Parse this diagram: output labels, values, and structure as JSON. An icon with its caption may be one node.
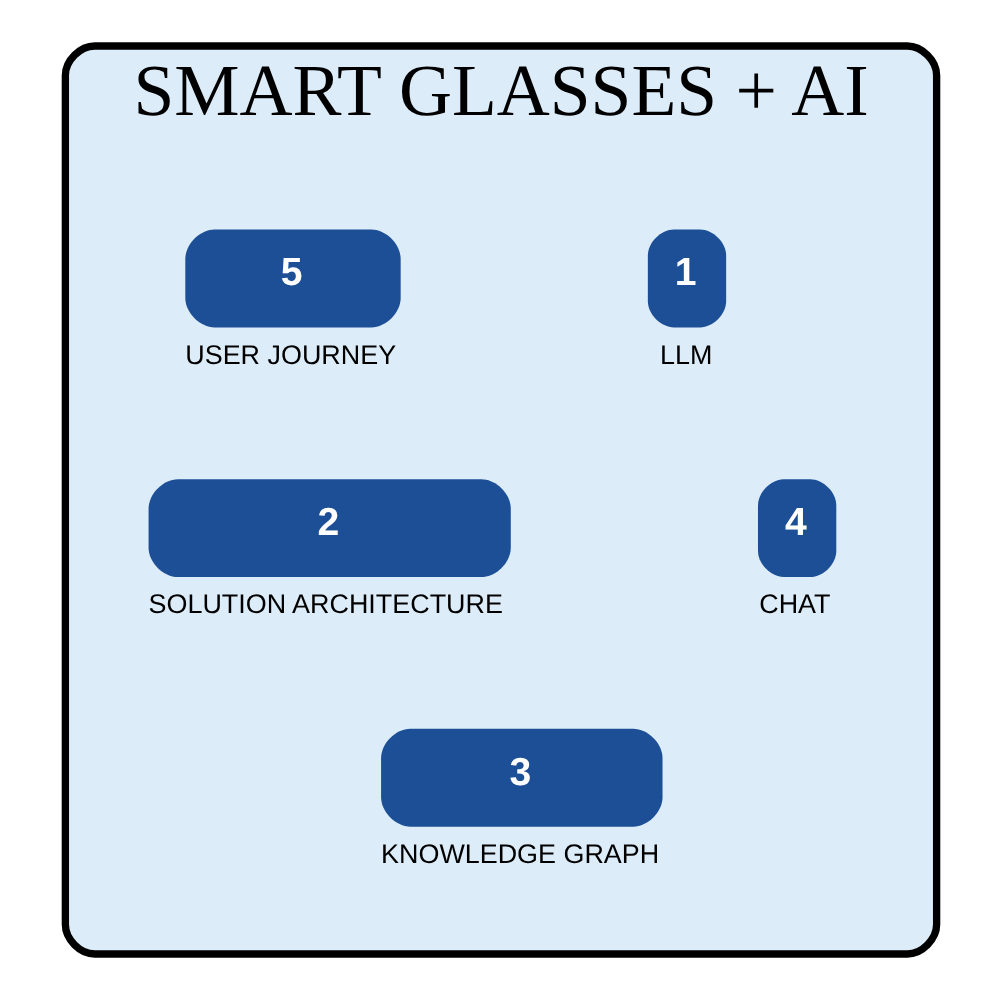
{
  "diagram": {
    "nodes": [
      {
        "text": [
          "SMART GLASSES + AI"
        ]
      },
      {
        "text": [
          "1"
        ],
        "beside": [
          "LLM"
        ],
        "in": 0
      },
      {
        "text": [
          "2"
        ],
        "beside": [
          "SOLUTION ARCHITECTURE"
        ],
        "in": 0
      },
      {
        "text": [
          "3"
        ],
        "beside": [
          "KNOWLEDGE GRAPH"
        ],
        "in": 0
      },
      {
        "text": [
          "4"
        ],
        "beside": [
          "CHAT"
        ],
        "in": 0
      },
      {
        "text": [
          "5"
        ],
        "beside": [
          "USER JOURNEY"
        ],
        "in": 0
      }
    ],
    "edges": []
  }
}
